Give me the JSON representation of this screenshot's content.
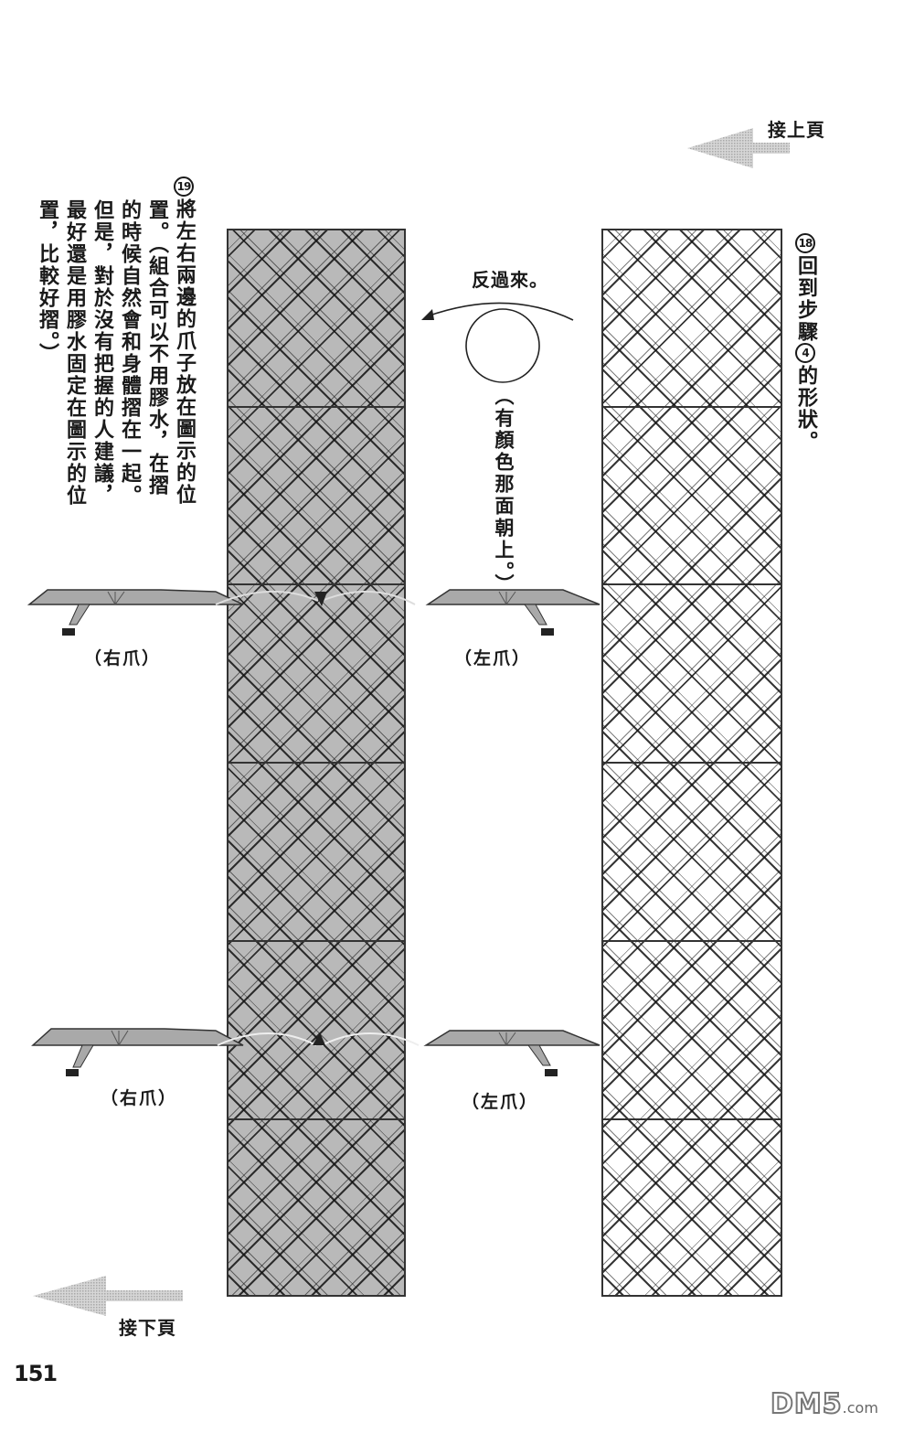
{
  "page": {
    "number": "151",
    "continue_from_label": "接上頁",
    "continue_to_label": "接下頁",
    "watermark": {
      "main": "DM5",
      "suffix": ".com"
    }
  },
  "colors": {
    "colored_side": "#b9b9b9",
    "plain_side": "#ffffff",
    "arrow_gray": "#c4c4c4",
    "claw_gray": "#a9a9a9",
    "line": "#333333"
  },
  "step18": {
    "number": "18",
    "text_before": "回到步驟",
    "ref_number": "4",
    "text_after": "的形狀。"
  },
  "step19": {
    "number": "19",
    "lines": [
      "將左右兩邊的爪子放在圖示的位",
      "置。（組合可以不用膠水，在摺",
      "的時候自然會和身體摺在一起。",
      "但是，對於沒有把握的人建議，",
      "最好還是用膠水固定在圖示的位",
      "置，比較好摺。）"
    ]
  },
  "flip": {
    "label": "反過來。",
    "note": "（有顏色那面朝上。）"
  },
  "claws": [
    {
      "label": "（右爪）",
      "side": "right"
    },
    {
      "label": "（左爪）",
      "side": "left"
    },
    {
      "label": "（右爪）",
      "side": "right"
    },
    {
      "label": "（左爪）",
      "side": "left"
    }
  ]
}
